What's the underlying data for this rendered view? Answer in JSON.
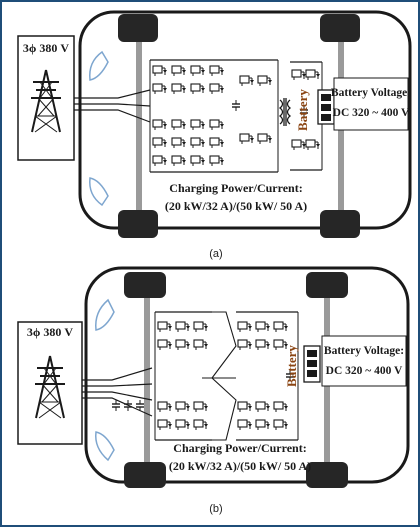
{
  "figure_a": {
    "source_label": "3ϕ 380 V",
    "battery_label": "Battery",
    "battery_voltage_title": "Battery Voltage:",
    "battery_voltage_value": "DC 320 ~ 400 V",
    "power_title": "Charging Power/Current:",
    "power_value": "(20 kW/32 A)/(50 kW/ 50 A)",
    "caption": "(a)"
  },
  "figure_b": {
    "source_label": "3ϕ 380 V",
    "battery_label": "Battery",
    "battery_voltage_title": "Battery Voltage:",
    "battery_voltage_value": "DC 320 ~ 400 V",
    "power_title": "Charging Power/Current:",
    "power_value": "(20 kW/32 A)/(50 kW/ 50 A)",
    "caption": "(b)"
  },
  "colors": {
    "outline": "#1a1a1a",
    "wheel": "#262626",
    "axle": "#9a9a9a",
    "battery_text": "#8b4513",
    "window": "#7ea6cf",
    "frame": "#1f4e79"
  }
}
